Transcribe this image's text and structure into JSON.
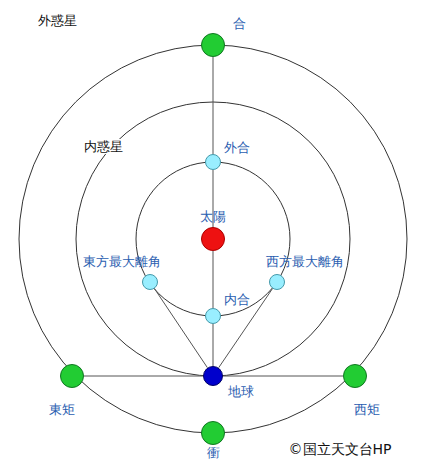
{
  "diagram": {
    "nodes": [
      {
        "text": [
          "合"
        ]
      },
      {
        "text": [
          "外合"
        ]
      },
      {
        "text": [
          "太陽"
        ]
      },
      {
        "text": [
          "東方最大離角"
        ]
      },
      {
        "text": [
          "西方最大離角"
        ]
      },
      {
        "text": [
          "内合"
        ]
      },
      {
        "text": [
          "東矩"
        ]
      },
      {
        "text": [
          "地球"
        ]
      },
      {
        "text": [
          "西矩"
        ]
      },
      {
        "text": [
          "衝"
        ]
      }
    ],
    "edges": [
      {
        "from": 0,
        "to": 1,
        "arrow": "none"
      },
      {
        "from": 1,
        "to": 2,
        "arrow": "none"
      },
      {
        "from": 2,
        "to": 5,
        "arrow": "none"
      },
      {
        "from": 5,
        "to": 7,
        "arrow": "none"
      },
      {
        "from": 7,
        "to": 3,
        "arrow": "none"
      },
      {
        "from": 7,
        "to": 4,
        "arrow": "none"
      },
      {
        "from": 6,
        "to": 7,
        "arrow": "none"
      },
      {
        "from": 7,
        "to": 8,
        "arrow": "none"
      }
    ],
    "labels": [
      "外惑星",
      "内惑星",
      "©国立天文台HP"
    ]
  }
}
